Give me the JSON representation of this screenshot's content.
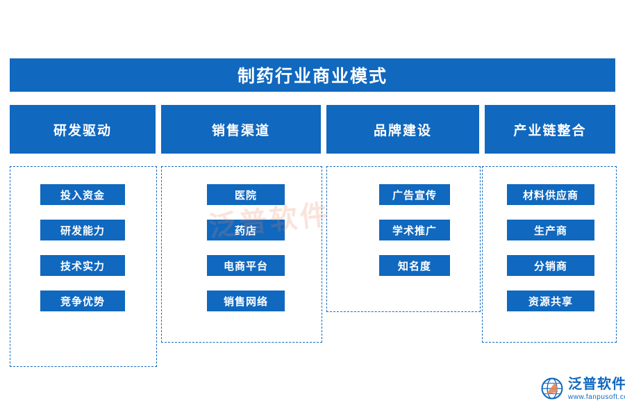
{
  "title": "制药行业商业模式",
  "columns": [
    {
      "header": "研发驱动",
      "items": [
        "投入资金",
        "研发能力",
        "技术实力",
        "竞争优势"
      ]
    },
    {
      "header": "销售渠道",
      "items": [
        "医院",
        "药店",
        "电商平台",
        "销售网络"
      ]
    },
    {
      "header": "品牌建设",
      "items": [
        "广告宣传",
        "学术推广",
        "知名度"
      ]
    },
    {
      "header": "产业链整合",
      "items": [
        "材料供应商",
        "生产商",
        "分销商",
        "资源共享"
      ]
    }
  ],
  "watermark": "泛普软件",
  "logo": {
    "name": "泛普软件",
    "url": "www.fanpusoft.com"
  },
  "colors": {
    "primary": "#1068bf",
    "text_on_primary": "#ffffff",
    "background": "#ffffff"
  }
}
